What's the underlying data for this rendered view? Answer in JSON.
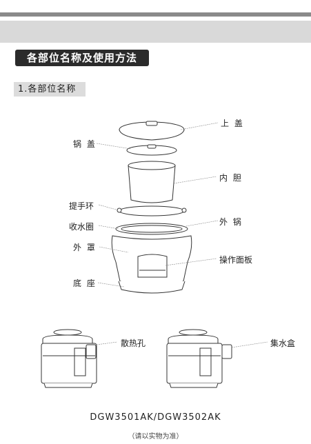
{
  "header": {
    "section_title": "各部位名称及使用方法",
    "subsection_title": "1.各部位名称"
  },
  "parts": {
    "upper_lid": "上 盖",
    "pot_lid": "锅 盖",
    "inner_pot": "内 胆",
    "handle_ring": "提手环",
    "outer_pot": "外 锅",
    "water_ring": "收水圈",
    "outer_cover": "外 罩",
    "control_panel": "操作面板",
    "base": "底 座",
    "vent": "散热孔",
    "water_box": "集水盒"
  },
  "footer": {
    "model": "DGW3501AK/DGW3502AK",
    "note": "（请以实物为准）"
  },
  "colors": {
    "band": "#d9d9d9",
    "topbar": "#8a8a8a",
    "title_bg": "#2b2b2b",
    "sub_bg": "#dcdcdc"
  }
}
